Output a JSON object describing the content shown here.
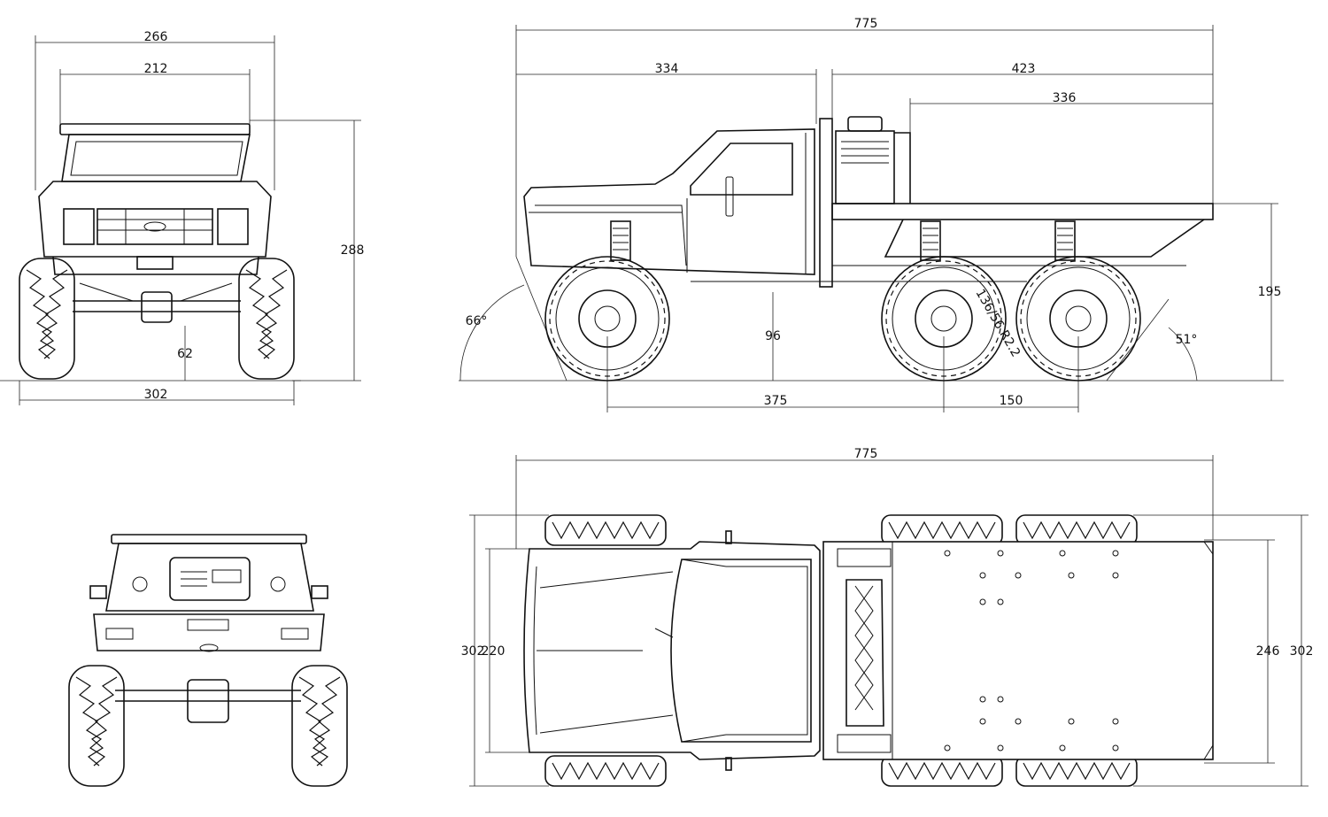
{
  "front_view": {
    "overall_width": "266",
    "inner_width": "212",
    "overall_height": "288",
    "ground_clearance": "62",
    "track_width": "302"
  },
  "side_view": {
    "overall_length": "775",
    "cab_length": "334",
    "rear_length": "423",
    "bed_length": "336",
    "bed_height": "195",
    "clearance": "96",
    "wheelbase_front": "375",
    "wheelbase_rear": "150",
    "approach_angle": "66°",
    "departure_angle": "51°",
    "tire_label": "136/56 R2.2"
  },
  "top_view": {
    "overall_length": "775",
    "overall_width": "302",
    "cab_width": "220",
    "bed_width": "246"
  }
}
